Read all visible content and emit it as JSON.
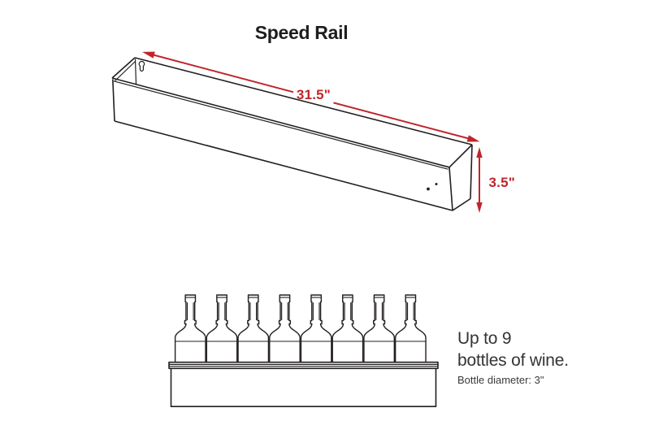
{
  "title": "Speed Rail",
  "colors": {
    "accent_red": "#c0252b",
    "ink": "#231f20",
    "caption_text": "#343434",
    "background": "#ffffff"
  },
  "dimensions": {
    "length_label": "31.5\"",
    "height_label": "3.5\""
  },
  "caption": {
    "line1": "Up to 9",
    "line2": "bottles of wine.",
    "note": "Bottle diameter: 3\""
  },
  "front_view": {
    "bottles_drawn": 8
  }
}
